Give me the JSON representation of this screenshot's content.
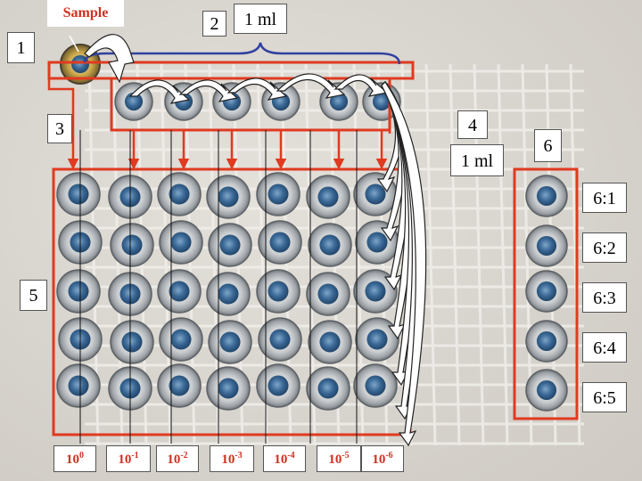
{
  "labels": {
    "sample": "Sample",
    "step1": "1",
    "step2": "2",
    "vol_top": "1 ml",
    "step3": "3",
    "step4": "4",
    "vol_right": "1 ml",
    "step5": "5",
    "step6": "6"
  },
  "ratios": [
    "6:1",
    "6:2",
    "6:3",
    "6:4",
    "6:5"
  ],
  "dilutions": [
    {
      "base": "10",
      "exp": "0"
    },
    {
      "base": "10",
      "exp": "-1"
    },
    {
      "base": "10",
      "exp": "-2"
    },
    {
      "base": "10",
      "exp": "-3"
    },
    {
      "base": "10",
      "exp": "-4"
    },
    {
      "base": "10",
      "exp": "-5"
    },
    {
      "base": "10",
      "exp": "-6"
    }
  ],
  "colors": {
    "frame_red": "#e03a20",
    "brace_blue": "#3040a0",
    "vial_cap": "#3a6896",
    "exponent_text": "#d03020"
  }
}
